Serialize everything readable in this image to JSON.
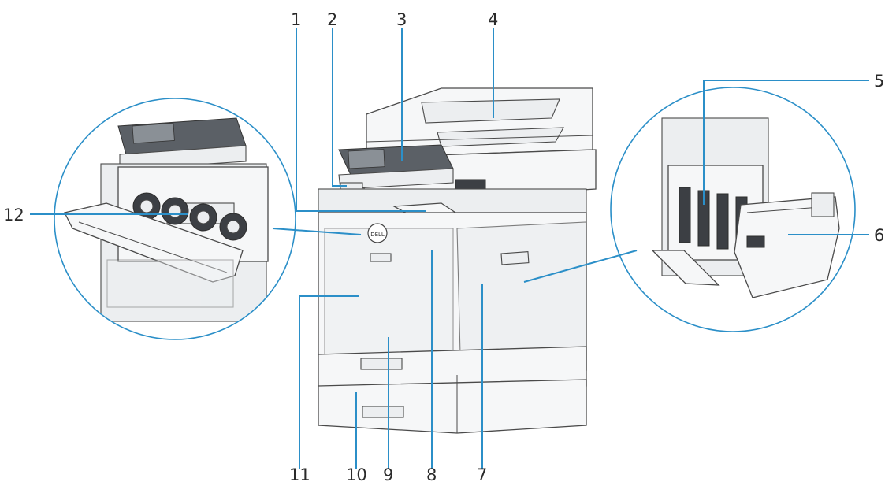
{
  "callouts": [
    {
      "id": "1",
      "label": "1"
    },
    {
      "id": "2",
      "label": "2"
    },
    {
      "id": "3",
      "label": "3"
    },
    {
      "id": "4",
      "label": "4"
    },
    {
      "id": "5",
      "label": "5"
    },
    {
      "id": "6",
      "label": "6"
    },
    {
      "id": "7",
      "label": "7"
    },
    {
      "id": "8",
      "label": "8"
    },
    {
      "id": "9",
      "label": "9"
    },
    {
      "id": "10",
      "label": "10"
    },
    {
      "id": "11",
      "label": "11"
    },
    {
      "id": "12",
      "label": "12"
    }
  ],
  "brand": {
    "logo_text": "DELL"
  },
  "colors": {
    "leader": "#2b8fc8",
    "outline": "#4a4a4a",
    "text": "#2a2a2a"
  }
}
